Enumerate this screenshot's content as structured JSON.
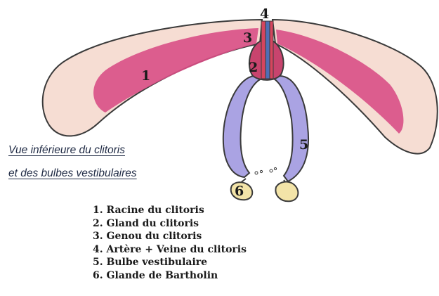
{
  "caption": {
    "line1": "Vue inférieure du clitoris",
    "line2": "et des bulbes vestibulaires"
  },
  "callouts": [
    "1",
    "2",
    "3",
    "4",
    "5",
    "6"
  ],
  "legend": [
    "1. Racine du clitoris",
    "2. Gland du clitoris",
    "3. Genou du clitoris",
    "4. Artère + Veine du clitoris",
    "5. Bulbe vestibulaire",
    "6. Glande de Bartholin"
  ],
  "colors": {
    "crus_outer": "#f6ddd3",
    "crus_inner": "#d94f86",
    "glans": "#c8446e",
    "artery": "#d6455e",
    "vein": "#4f6fb5",
    "bulb": "#aaa3e3",
    "gland": "#f3e4a8",
    "outline": "#3a3a3a"
  }
}
